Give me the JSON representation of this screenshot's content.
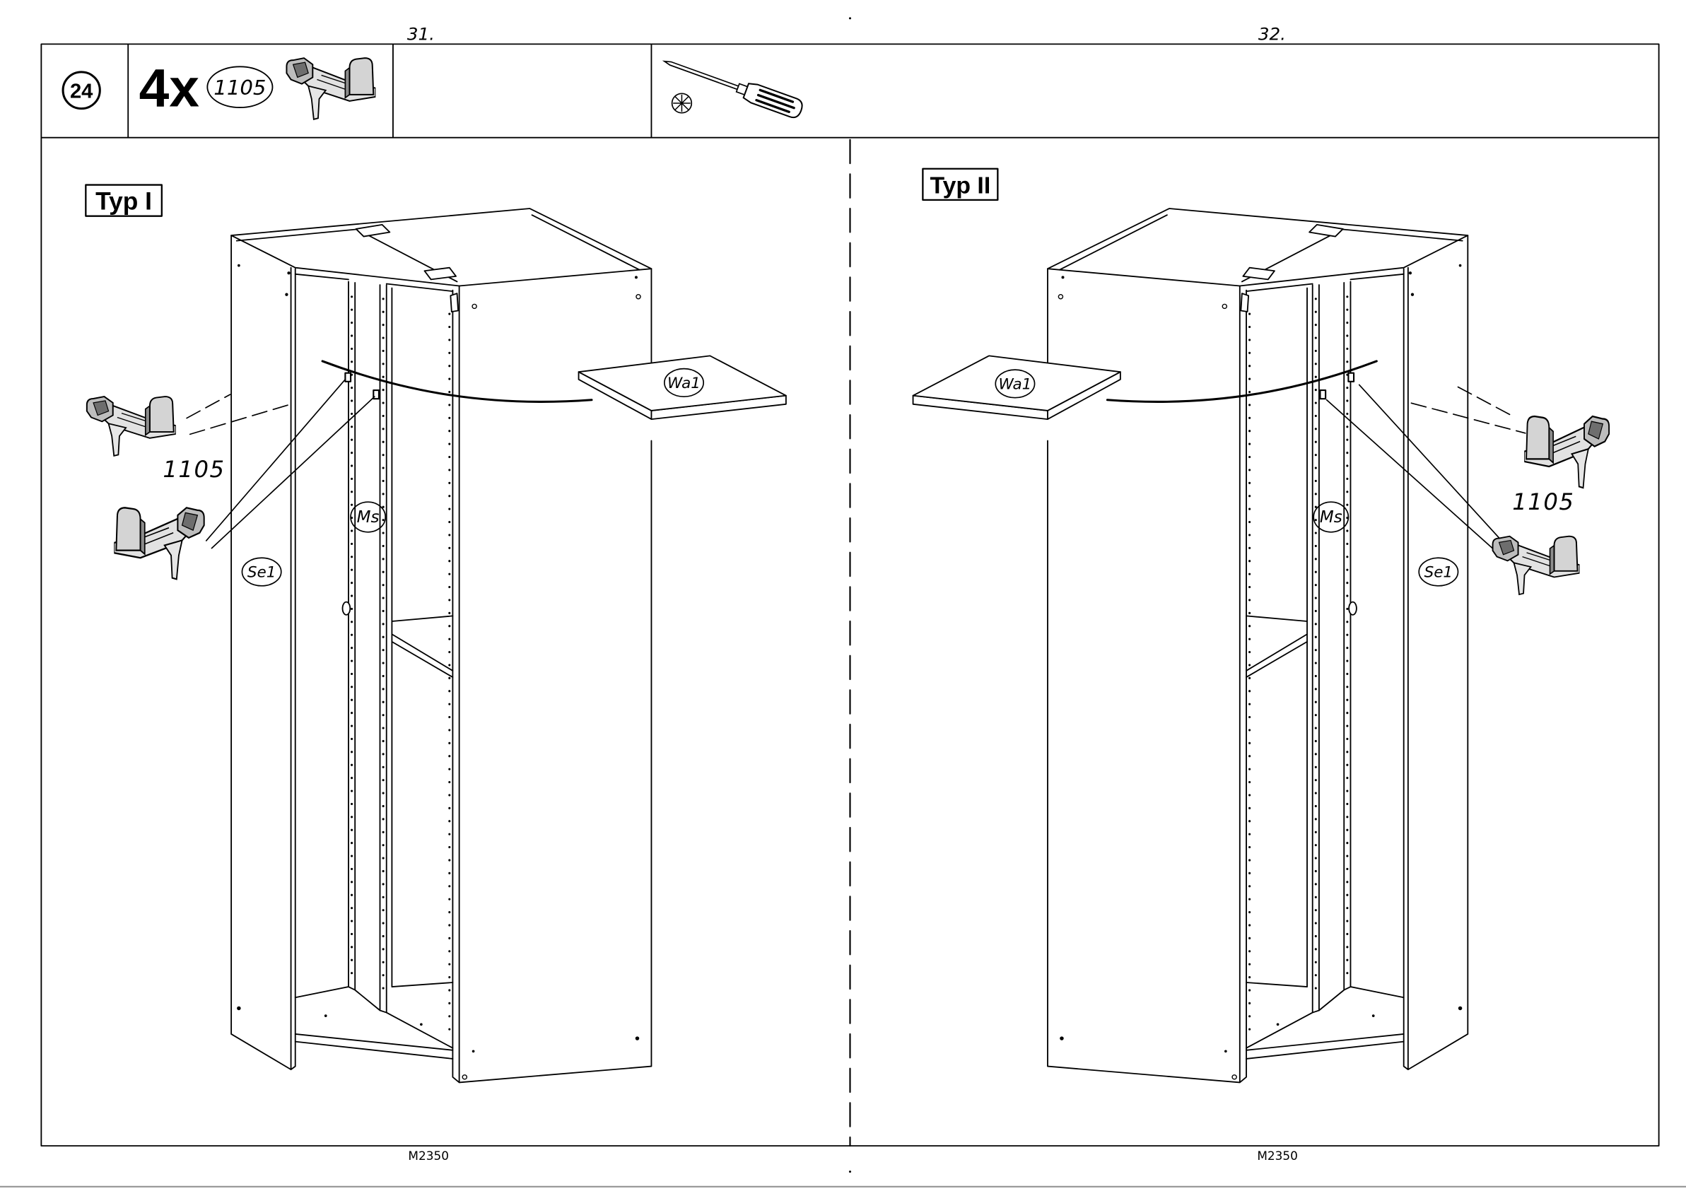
{
  "page": {
    "left_page_number": "31.",
    "right_page_number": "32.",
    "left_footer_code": "M2350",
    "right_footer_code": "M2350"
  },
  "header": {
    "step_number": "24",
    "quantity": "4x",
    "part_number": "1105",
    "part_icon": "shelf-support-fitting-icon",
    "tool_icon": "phillips-screwdriver-icon"
  },
  "left_view": {
    "type_label": "Typ I",
    "shelf_label": "Wa1",
    "middle_panel_label": "Ms",
    "side_panel_label": "Se1",
    "fitting_label": "1105"
  },
  "right_view": {
    "type_label": "Typ II",
    "shelf_label": "Wa1",
    "middle_panel_label": "Ms",
    "side_panel_label": "Se1",
    "fitting_label": "1105"
  },
  "colors": {
    "ink": "#000000",
    "paper": "#ffffff",
    "fitting_fill": "#d4d4d4",
    "footer_rule": "#9a9a9a"
  }
}
